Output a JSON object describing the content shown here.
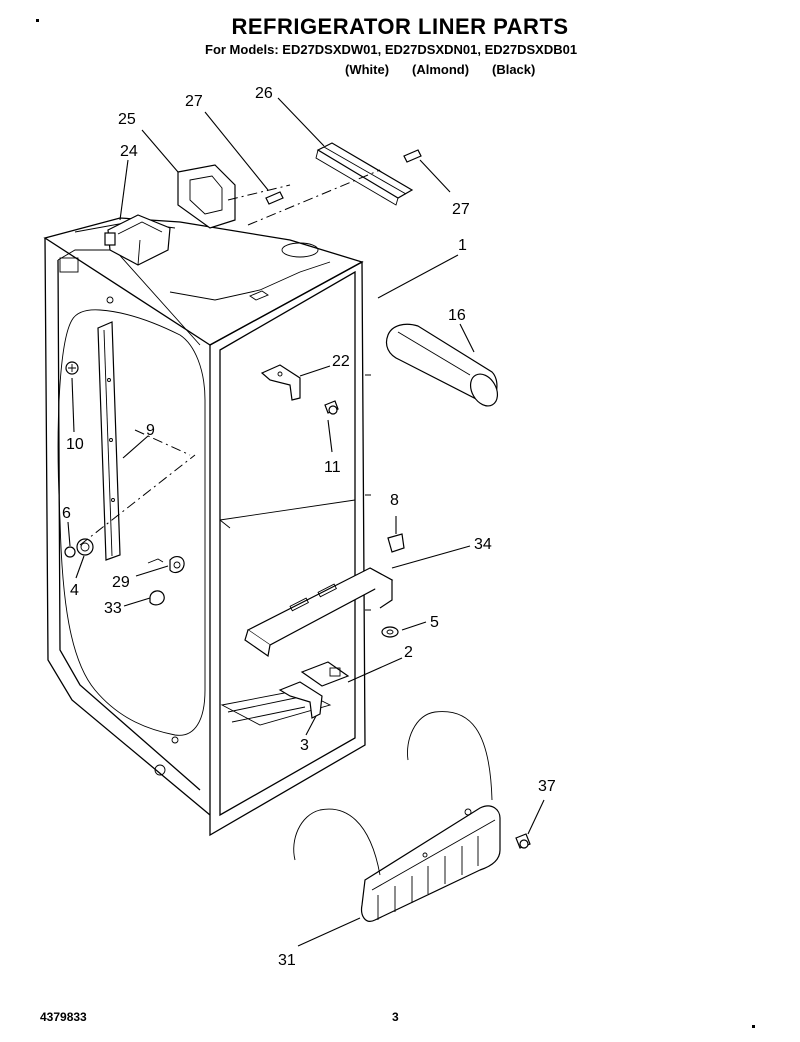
{
  "header": {
    "title": "REFRIGERATOR LINER PARTS",
    "models": "For Models: ED27DSXDW01, ED27DSXDN01, ED27DSXDB01",
    "colors": [
      {
        "label": "(White)"
      },
      {
        "label": "(Almond)"
      },
      {
        "label": "(Black)"
      }
    ]
  },
  "callouts": {
    "c1": "1",
    "c2": "2",
    "c3": "3",
    "c4": "4",
    "c5": "5",
    "c6": "6",
    "c8": "8",
    "c9": "9",
    "c10": "10",
    "c11": "11",
    "c16": "16",
    "c22": "22",
    "c24": "24",
    "c25": "25",
    "c26": "26",
    "c27a": "27",
    "c27b": "27",
    "c29": "29",
    "c31": "31",
    "c33": "33",
    "c34": "34",
    "c37": "37"
  },
  "footer": {
    "doc_number": "4379833",
    "page_number": "3"
  }
}
